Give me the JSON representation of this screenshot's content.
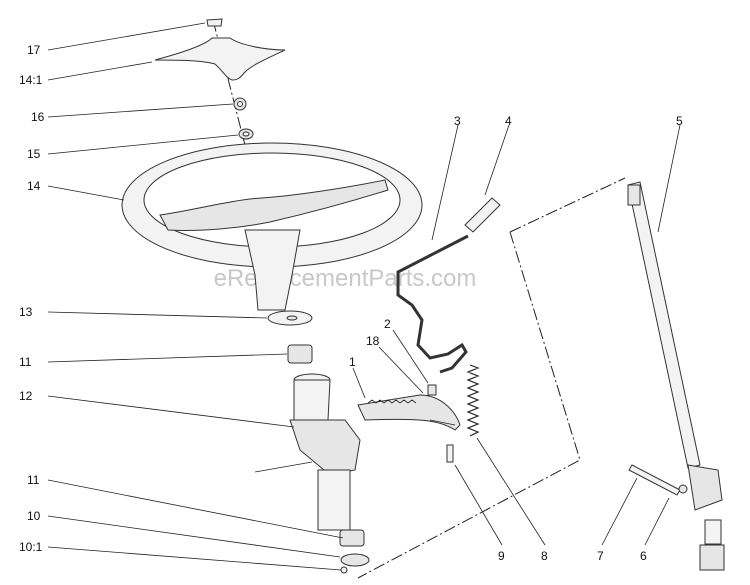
{
  "watermark": "eReplacementParts.com",
  "callouts": {
    "c17": "17",
    "c14_1": "14:1",
    "c16": "16",
    "c15": "15",
    "c14": "14",
    "c13": "13",
    "c11a": "11",
    "c12": "12",
    "c11b": "11",
    "c10": "10",
    "c10_1": "10:1",
    "c3": "3",
    "c4": "4",
    "c5": "5",
    "c2": "2",
    "c18": "18",
    "c1": "1",
    "c9": "9",
    "c8": "8",
    "c7": "7",
    "c6": "6"
  }
}
